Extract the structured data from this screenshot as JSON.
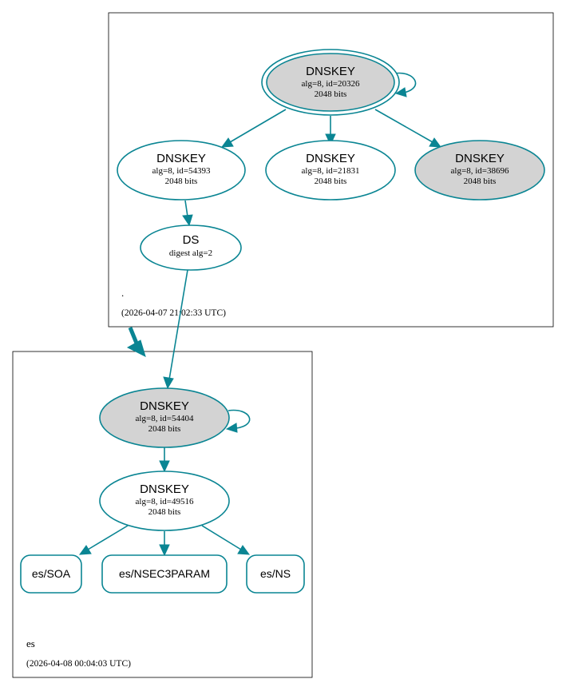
{
  "root_zone": {
    "name": ".",
    "timestamp": "(2026-04-07 21:02:33 UTC)",
    "ksk": {
      "title": "DNSKEY",
      "params": "alg=8, id=20326",
      "bits": "2048 bits"
    },
    "key_54393": {
      "title": "DNSKEY",
      "params": "alg=8, id=54393",
      "bits": "2048 bits"
    },
    "key_21831": {
      "title": "DNSKEY",
      "params": "alg=8, id=21831",
      "bits": "2048 bits"
    },
    "key_38696": {
      "title": "DNSKEY",
      "params": "alg=8, id=38696",
      "bits": "2048 bits"
    },
    "ds": {
      "title": "DS",
      "detail": "digest alg=2"
    }
  },
  "es_zone": {
    "name": "es",
    "timestamp": "(2026-04-08 00:04:03 UTC)",
    "ksk": {
      "title": "DNSKEY",
      "params": "alg=8, id=54404",
      "bits": "2048 bits"
    },
    "zsk": {
      "title": "DNSKEY",
      "params": "alg=8, id=49516",
      "bits": "2048 bits"
    },
    "rrsets": [
      "es/SOA",
      "es/NSEC3PARAM",
      "es/NS"
    ]
  },
  "colors": {
    "edge": "#0a8593",
    "node_fill_grey": "#d3d3d3",
    "node_fill_white": "#ffffff"
  }
}
